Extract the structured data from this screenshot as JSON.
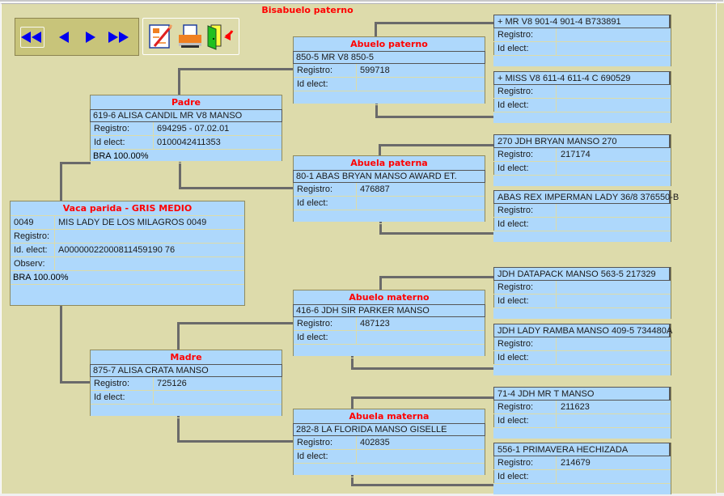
{
  "header": {
    "title": "Bisabuelo paterno"
  },
  "nav": {
    "first": "first-record",
    "prev": "previous-record",
    "next": "next-record",
    "last": "last-record"
  },
  "toolbar": {
    "edit": "edit-icon",
    "print": "printer-icon",
    "exit": "exit-door-icon"
  },
  "labels": {
    "registro": "Registro:",
    "id_elect": "Id elect:",
    "id_elect_dot": "Id. elect:",
    "observ": "Observ:"
  },
  "cow": {
    "title": "Vaca parida - GRIS MEDIO",
    "code": "0049",
    "name": "MIS LADY DE LOS MILAGROS 0049",
    "registro": "",
    "id_elect": "A000000220008114591907 6",
    "observ": "",
    "breed": "BRA 100.00%"
  },
  "padre": {
    "title": "Padre",
    "name": "619-6 ALISA CANDIL MR V8 MANSO",
    "registro": "694295 - 07.02.01",
    "id_elect": "0100042411353",
    "breed": "BRA 100.00%"
  },
  "madre": {
    "title": "Madre",
    "name": "875-7 ALISA CRATA MANSO",
    "registro": "725126",
    "id_elect": ""
  },
  "abuelo_paterno": {
    "title": "Abuelo paterno",
    "name": "850-5 MR V8 850-5",
    "registro": "599718",
    "id_elect": ""
  },
  "abuela_paterna": {
    "title": "Abuela paterna",
    "name": "80-1 ABAS BRYAN MANSO AWARD ET.",
    "registro": "476887",
    "id_elect": ""
  },
  "abuelo_materno": {
    "title": "Abuelo materno",
    "name": "416-6 JDH SIR PARKER MANSO",
    "registro": "487123",
    "id_elect": ""
  },
  "abuela_materna": {
    "title": "Abuela materna",
    "name": "282-8 LA FLORIDA MANSO GISELLE",
    "registro": "402835",
    "id_elect": ""
  },
  "great_grandparents": [
    {
      "name": "+ MR V8 901-4   901-4 B733891",
      "registro": "",
      "id_elect": ""
    },
    {
      "name": "+ MISS V8 611-4 611-4 C 690529",
      "registro": "",
      "id_elect": ""
    },
    {
      "name": "270 JDH BRYAN MANSO 270",
      "registro": "217174",
      "id_elect": ""
    },
    {
      "name": "ABAS REX IMPERMAN LADY 36/8 376550-B",
      "registro": "",
      "id_elect": ""
    },
    {
      "name": "JDH DATAPACK MANSO 563-5 217329",
      "registro": "",
      "id_elect": ""
    },
    {
      "name": "JDH LADY RAMBA MANSO 409-5 734480A",
      "registro": "",
      "id_elect": ""
    },
    {
      "name": "71-4 JDH MR T MANSO",
      "registro": "211623",
      "id_elect": ""
    },
    {
      "name": "556-1 PRIMAVERA HECHIZADA",
      "registro": "214679",
      "id_elect": ""
    }
  ],
  "colors": {
    "background": "#dddbab",
    "card": "#aed8fc",
    "title": "#ff0000",
    "nav_arrow": "#0000ff"
  }
}
